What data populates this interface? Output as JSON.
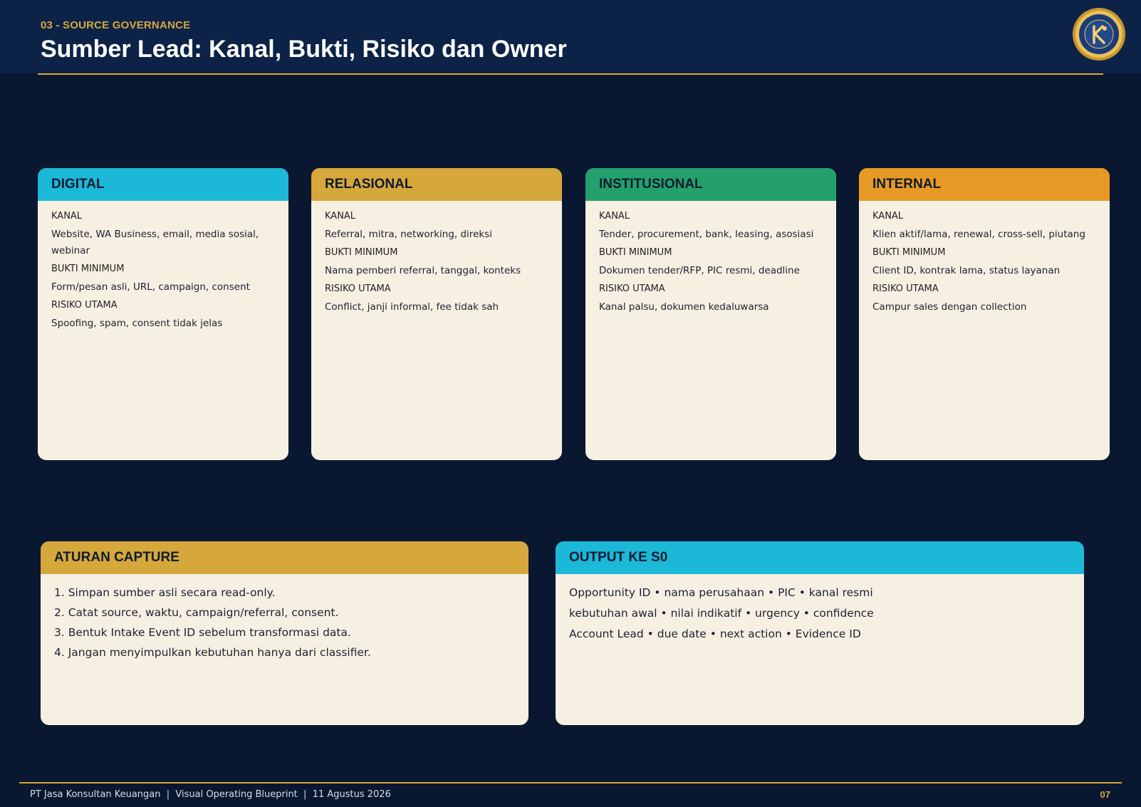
{
  "header": {
    "section_label": "03 - SOURCE GOVERNANCE",
    "title": "Sumber Lead: Kanal, Bukti, Risiko dan Owner",
    "logo_icon": "company-seal-logo"
  },
  "cards": [
    {
      "title": "DIGITAL",
      "color": "#1bb8d8",
      "kanal_label": "KANAL",
      "kanal": "Website, WA Business, email, media sosial, webinar",
      "bukti_label": "BUKTI MINIMUM",
      "bukti": "Form/pesan asli, URL, campaign, consent",
      "risiko_label": "RISIKO UTAMA",
      "risiko": "Spoofing, spam, consent tidak jelas"
    },
    {
      "title": "RELASIONAL",
      "color": "#d6a73b",
      "kanal_label": "KANAL",
      "kanal": "Referral, mitra, networking, direksi",
      "bukti_label": "BUKTI MINIMUM",
      "bukti": "Nama pemberi referral, tanggal, konteks",
      "risiko_label": "RISIKO UTAMA",
      "risiko": "Conflict, janji informal, fee tidak sah"
    },
    {
      "title": "INSTITUSIONAL",
      "color": "#23a06c",
      "kanal_label": "KANAL",
      "kanal": "Tender, procurement, bank, leasing, asosiasi",
      "bukti_label": "BUKTI MINIMUM",
      "bukti": "Dokumen tender/RFP, PIC resmi, deadline",
      "risiko_label": "RISIKO UTAMA",
      "risiko": "Kanal palsu, dokumen kedaluwarsa"
    },
    {
      "title": "INTERNAL",
      "color": "#e69a25",
      "kanal_label": "KANAL",
      "kanal": "Klien aktif/lama, renewal, cross-sell, piutang",
      "bukti_label": "BUKTI MINIMUM",
      "bukti": "Client ID, kontrak lama, status layanan",
      "risiko_label": "RISIKO UTAMA",
      "risiko": "Campur sales dengan collection"
    }
  ],
  "capture": {
    "title": "ATURAN CAPTURE",
    "color": "#d6a73b",
    "lines": [
      "1. Simpan sumber asli secara read-only.",
      "2. Catat source, waktu, campaign/referral, consent.",
      "3. Bentuk Intake Event ID sebelum transformasi data.",
      "4. Jangan menyimpulkan kebutuhan hanya dari classifier."
    ]
  },
  "output": {
    "title": "OUTPUT KE S0",
    "color": "#1bb8d8",
    "lines": [
      "Opportunity ID • nama perusahaan • PIC • kanal resmi",
      "kebutuhan awal • nilai indikatif • urgency • confidence",
      "Account Lead • due date • next action • Evidence ID"
    ]
  },
  "footer": {
    "text": "PT Jasa Konsultan Keuangan  |  Visual Operating Blueprint  |  11 Agustus 2026",
    "page": "07"
  }
}
